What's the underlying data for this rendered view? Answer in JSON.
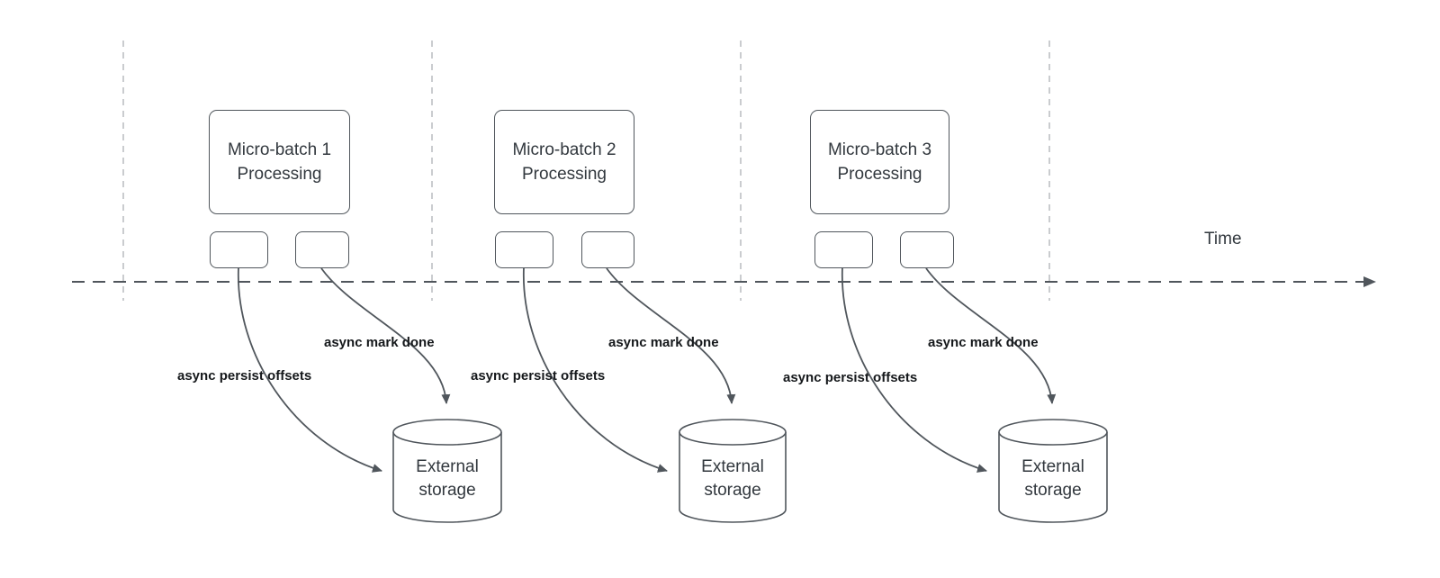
{
  "diagram": {
    "time_label": "Time",
    "colors": {
      "stroke": "#50565c",
      "gridline": "#b9bcbf",
      "text": "#32383e",
      "label_text": "#15181b",
      "background": "#ffffff"
    },
    "groups": [
      {
        "title_line1": "Micro-batch 1",
        "title_line2": "Processing",
        "persist_label": "async persist offsets",
        "done_label": "async mark done",
        "storage_line1": "External",
        "storage_line2": "storage"
      },
      {
        "title_line1": "Micro-batch 2",
        "title_line2": "Processing",
        "persist_label": "async persist offsets",
        "done_label": "async mark done",
        "storage_line1": "External",
        "storage_line2": "storage"
      },
      {
        "title_line1": "Micro-batch 3",
        "title_line2": "Processing",
        "persist_label": "async persist offsets",
        "done_label": "async mark done",
        "storage_line1": "External",
        "storage_line2": "storage"
      }
    ]
  }
}
